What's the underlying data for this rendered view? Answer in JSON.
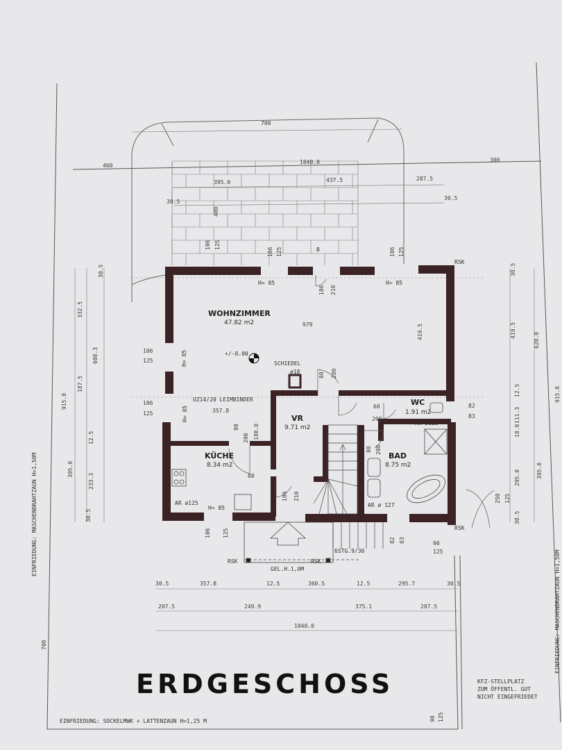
{
  "title": "ERDGESCHOSS",
  "rooms": [
    {
      "id": "wohnzimmer",
      "name": "WOHNZIMMER",
      "area": "47.82 m2"
    },
    {
      "id": "kueche",
      "name": "KÜCHE",
      "area": "8.34 m2"
    },
    {
      "id": "vr",
      "name": "VR",
      "area": "9.71 m2"
    },
    {
      "id": "wc",
      "name": "WC",
      "area": "1.91 m2"
    },
    {
      "id": "bad",
      "name": "BAD",
      "area": "8.75 m2"
    }
  ],
  "notes": {
    "level": "+/-0.00",
    "schiedel": "SCHIEDEL",
    "chimney": "ø18",
    "beam": "UZ14/20 LEIMBINDER",
    "gel": "GEL.H.1,0M",
    "stairs": "6STG.9/30",
    "rsk": "RSK",
    "fence_bottom": "EINFRIEDUNG: SOCKELMWK + LATTENZAUN H=1,25 M",
    "fence_left": "EINFRIEDUNG: MASCHENDRAHTZAUN H=1,50M",
    "fence_right": "EINFRIEDUNG: MASCHENDRAHTZAUN H=1,50M",
    "parking": [
      "KFZ-STELLPLATZ",
      "ZUM ÖFFENTL. GUT",
      "NICHT EINGEFRIEDET"
    ],
    "h85": "H= 85",
    "ar125": "AR ø125",
    "ar127": "AR ø 127",
    "b": "B"
  },
  "dims": {
    "top": [
      "700",
      "460",
      "1040.0",
      "300",
      "395.0",
      "437.5",
      "287.5",
      "30.5",
      "30.5"
    ],
    "terrace": [
      "400",
      "106",
      "125",
      "106",
      "125",
      "186",
      "210",
      "106",
      "125"
    ],
    "interior": [
      "979",
      "419.5",
      "357.8",
      "180.0",
      "80",
      "200",
      "80",
      "200",
      "60",
      "200",
      "88",
      "80",
      "200",
      "106",
      "210",
      "90",
      "125"
    ],
    "left": [
      "915.0",
      "332.5",
      "608.3",
      "187.5",
      "395.0",
      "233.3",
      "12.5",
      "30.5",
      "30.5",
      "106",
      "125",
      "106",
      "125",
      "106",
      "125"
    ],
    "right": [
      "30.5",
      "419.5",
      "620.0",
      "12.5",
      "111.3",
      "18.0",
      "395.0",
      "295.0",
      "30.5",
      "82",
      "83",
      "250",
      "125",
      "915.0",
      "82",
      "83"
    ],
    "bottom_row1": [
      "30.5",
      "357.8",
      "12.5",
      "360.5",
      "12.5",
      "295.7",
      "30.5"
    ],
    "bottom_row2": [
      "207.5",
      "249.9",
      "375.1",
      "207.5"
    ],
    "bottom_row3": [
      "1040.0"
    ],
    "side": [
      "700",
      "90",
      "125",
      "90",
      "125"
    ]
  }
}
